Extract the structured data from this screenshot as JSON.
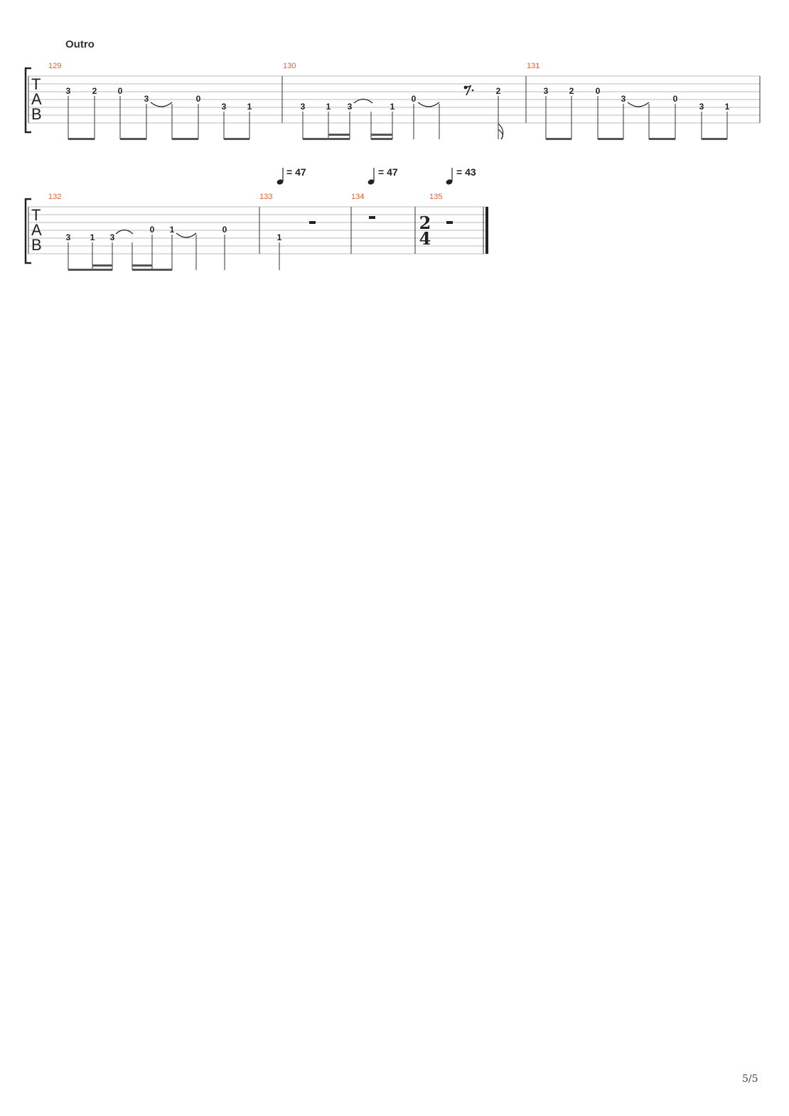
{
  "section": {
    "label": "Outro"
  },
  "tab_clef": [
    "T",
    "A",
    "B"
  ],
  "tempo_marks": [
    {
      "bpm_text": "= 47"
    },
    {
      "bpm_text": "= 47"
    },
    {
      "bpm_text": "= 43"
    }
  ],
  "time_signature": {
    "top": "2",
    "bottom": "4"
  },
  "systems": [
    {
      "measures": [
        {
          "number": "129",
          "frets": [
            "3",
            "2",
            "0",
            "3",
            "0",
            "3",
            "1"
          ]
        },
        {
          "number": "130",
          "frets": [
            "3",
            "1",
            "3",
            "1",
            "0",
            "2"
          ]
        },
        {
          "number": "131",
          "frets": [
            "3",
            "2",
            "0",
            "3",
            "0",
            "3",
            "1"
          ]
        }
      ]
    },
    {
      "measures": [
        {
          "number": "132",
          "frets": [
            "3",
            "1",
            "3",
            "0",
            "1",
            "0"
          ]
        },
        {
          "number": "133",
          "frets": [
            "1"
          ]
        },
        {
          "number": "134",
          "frets": []
        },
        {
          "number": "135",
          "frets": []
        }
      ]
    }
  ],
  "footer": {
    "page": "5/5"
  }
}
